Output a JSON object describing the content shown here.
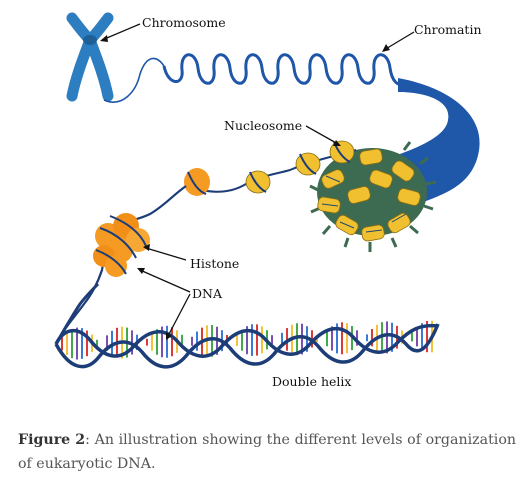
{
  "labels": {
    "chromosome": "Chromosome",
    "chromatin": "Chromatin",
    "nucleosome": "Nucleosome",
    "histone": "Histone",
    "dna": "DNA",
    "double_helix": "Double helix"
  },
  "caption": {
    "prefix": "Figure 2",
    "text": ": An illustration showing the different levels of organization of eukaryotic DNA."
  },
  "colors": {
    "chromosome": "#2c7ec1",
    "dna_strand": "#1c3d78",
    "chromatin_fiber": "#1e56a8",
    "histone": "#f59a22",
    "nucleosome": "#f0c030",
    "nucleosome_core": "#3d6b52",
    "base_colors": [
      "#d93a3a",
      "#f2c33a",
      "#44a84d",
      "#7a4fb0",
      "#3a7ad9"
    ]
  }
}
